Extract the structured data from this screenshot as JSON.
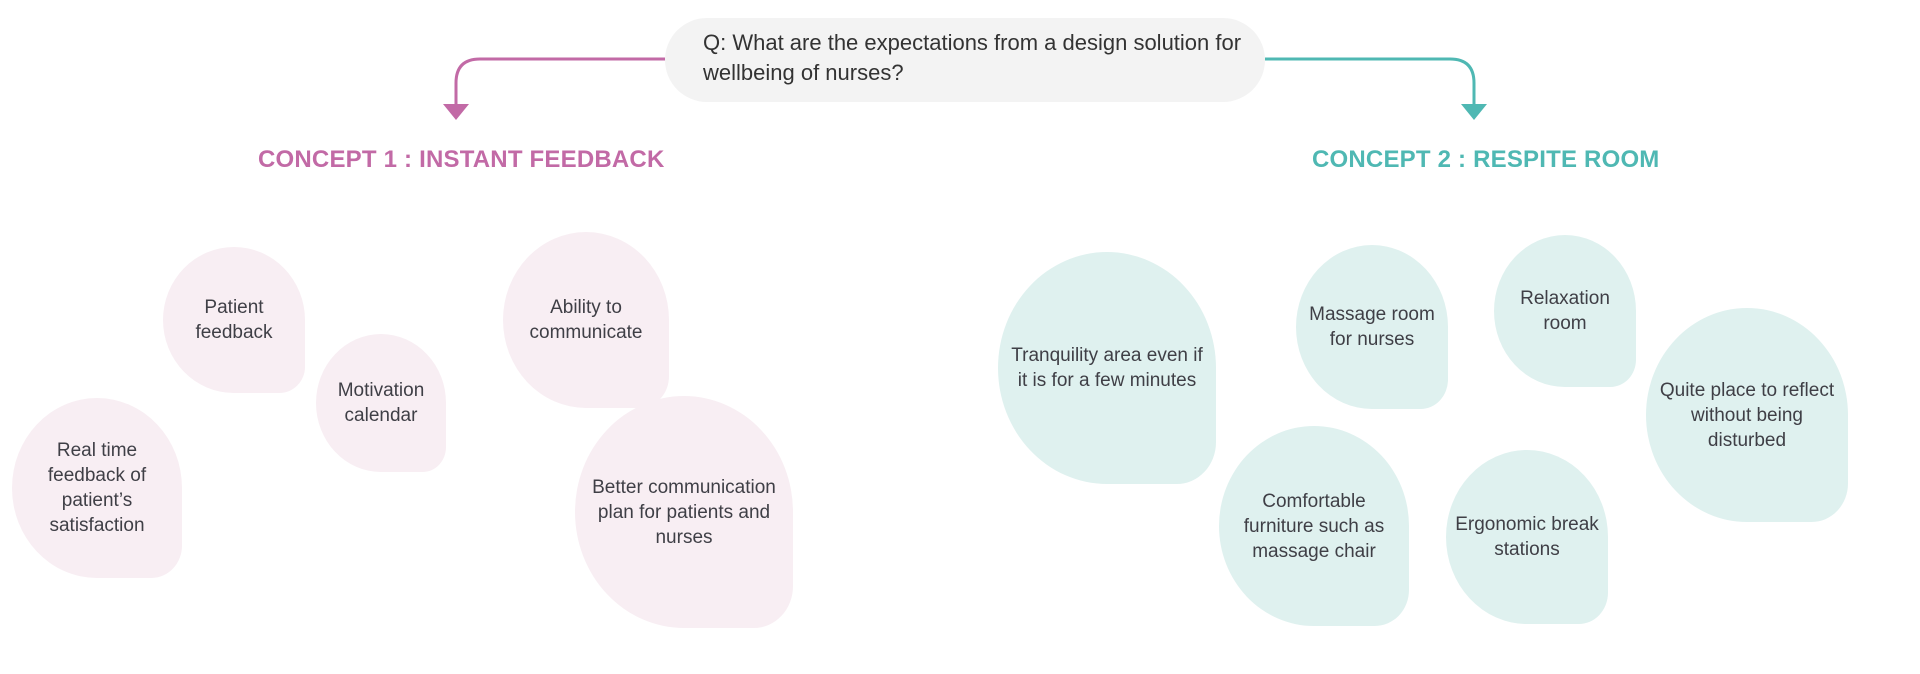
{
  "question": {
    "text": "Q: What are the expectations from a design solution for wellbeing of nurses?"
  },
  "colors": {
    "concept1": "#c26aa6",
    "concept2": "#4fb8b3",
    "pink_bubble": "#f8eef3",
    "teal_bubble": "#dff1ef",
    "question_bg": "#f3f3f3"
  },
  "concept1": {
    "title": "CONCEPT 1 : INSTANT FEEDBACK",
    "ideas": [
      "Patient feedback",
      "Motivation calendar",
      "Real time feedback of patient’s satisfaction",
      "Ability to communicate",
      "Better communication plan for patients and nurses"
    ]
  },
  "concept2": {
    "title": "CONCEPT 2 : RESPITE ROOM",
    "ideas": [
      "Tranquility area even if it is for a few minutes",
      "Massage room for nurses",
      "Relaxation room",
      "Quite place to reflect without being disturbed",
      "Comfortable furniture such as massage chair",
      "Ergonomic break stations"
    ]
  }
}
